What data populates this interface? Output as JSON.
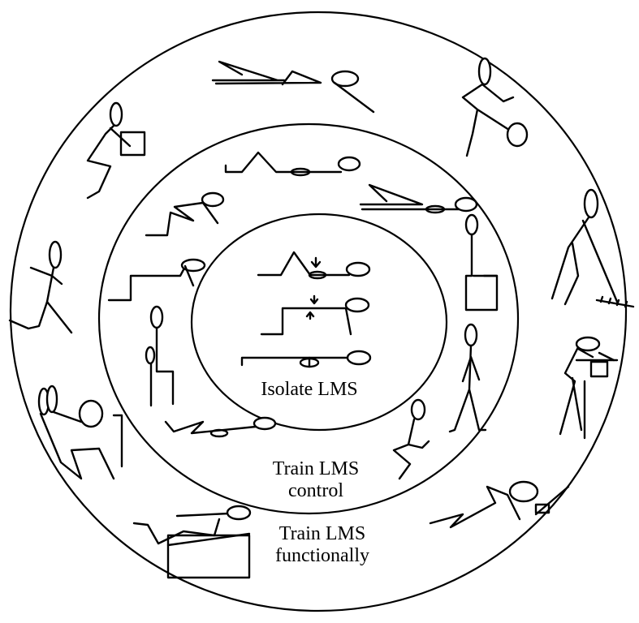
{
  "zones": {
    "inner": {
      "label": "Isolate LMS"
    },
    "middle": {
      "label_line1": "Train LMS",
      "label_line2": "control"
    },
    "outer": {
      "label_line1": "Train LMS",
      "label_line2": "functionally"
    }
  },
  "colors": {
    "line": "#000000",
    "background": "#ffffff"
  }
}
